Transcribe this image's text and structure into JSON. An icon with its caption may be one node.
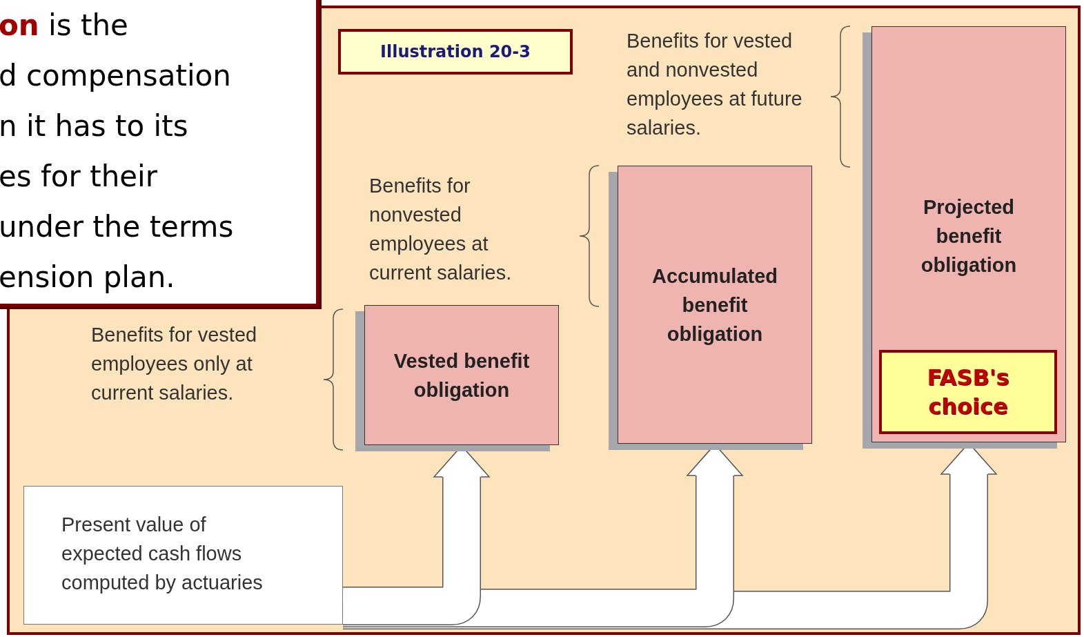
{
  "diagram": {
    "nodes": [
      {
        "text": [
          "**on** is the",
          "d compensation",
          "n it has to its",
          "es for their",
          "under the terms",
          "ension plan."
        ]
      },
      {
        "text": [
          "Illustration 20-3"
        ]
      },
      {
        "text": [
          "Projected benefit obligation"
        ]
      },
      {
        "text": [
          "FASB's choice"
        ],
        "in": 2
      },
      {
        "text": [
          "Accumulated benefit obligation"
        ]
      },
      {
        "text": [
          "Vested benefit obligation"
        ]
      },
      {
        "text": [
          "Present value of expected cash flows computed by actuaries"
        ]
      }
    ],
    "edges": [
      {
        "from": 6,
        "to": 5,
        "arrow": "to"
      },
      {
        "from": 6,
        "to": 4,
        "arrow": "to"
      },
      {
        "from": 6,
        "to": 2,
        "arrow": "to"
      }
    ],
    "labels": [
      "Benefits for vested and nonvested employees at future salaries.",
      "Benefits for nonvested employees at current salaries.",
      "Benefits for vested employees only at current salaries."
    ]
  }
}
